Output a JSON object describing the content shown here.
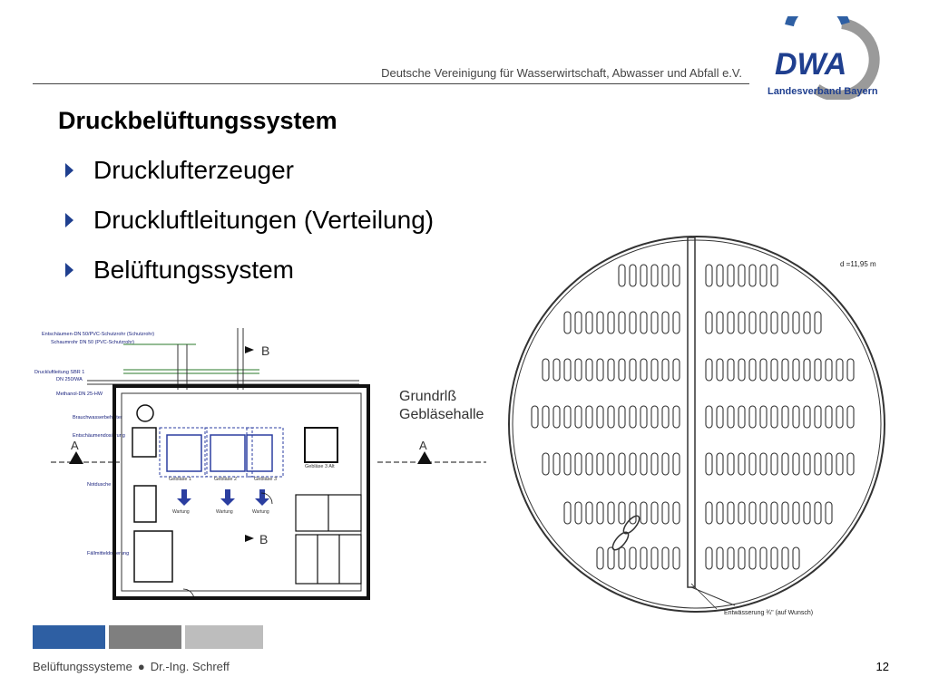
{
  "header": {
    "organization": "Deutsche Vereinigung für Wasserwirtschaft, Abwasser und Abfall e.V.",
    "logo_text": "DWA",
    "logo_subtitle": "Landesverband Bayern"
  },
  "slide": {
    "title": "Druckbelüftungssystem",
    "bullets": [
      "Drucklufterzeuger",
      "Druckluftleitungen (Verteilung)",
      "Belüftungssystem"
    ]
  },
  "floorplan": {
    "label_line1": "Grundrlß",
    "label_line2": "Gebläsehalle",
    "section_a": "A",
    "section_b": "B",
    "blower_1": "Gebläse 1",
    "blower_2": "Gebläse 2",
    "blower_3": "Gebläse 3",
    "blower_4": "Gebläse 3 Alt",
    "maintenance": "Wartung",
    "notes": [
      "Entschäumen-DN 50/PVC-Schutzrohr (Schutzrohr)",
      "Schaumrohr DN 50 (PVC-Schutzrohr)",
      "Druckluftleitung SBR 1",
      "DN 250/WA",
      "Methanol-DN 25-HW",
      "Brauchwasserbehälter",
      "Entschäumendosierung",
      "Notdusche",
      "Fällmitteldosierung"
    ]
  },
  "basin": {
    "diameter": "d =11,95 m",
    "drain_note": "Entwässerung ¾\" (auf Wunsch)"
  },
  "footer": {
    "left_a": "Belüftungssysteme",
    "left_sep": "●",
    "left_b": "Dr.-Ing. Schreff",
    "page": "12"
  },
  "colors": {
    "accent_blue": "#1f3f8f",
    "bar_blue": "#2e5fa3",
    "bar_gray": "#7f7f7f",
    "bar_light": "#bdbdbd"
  }
}
